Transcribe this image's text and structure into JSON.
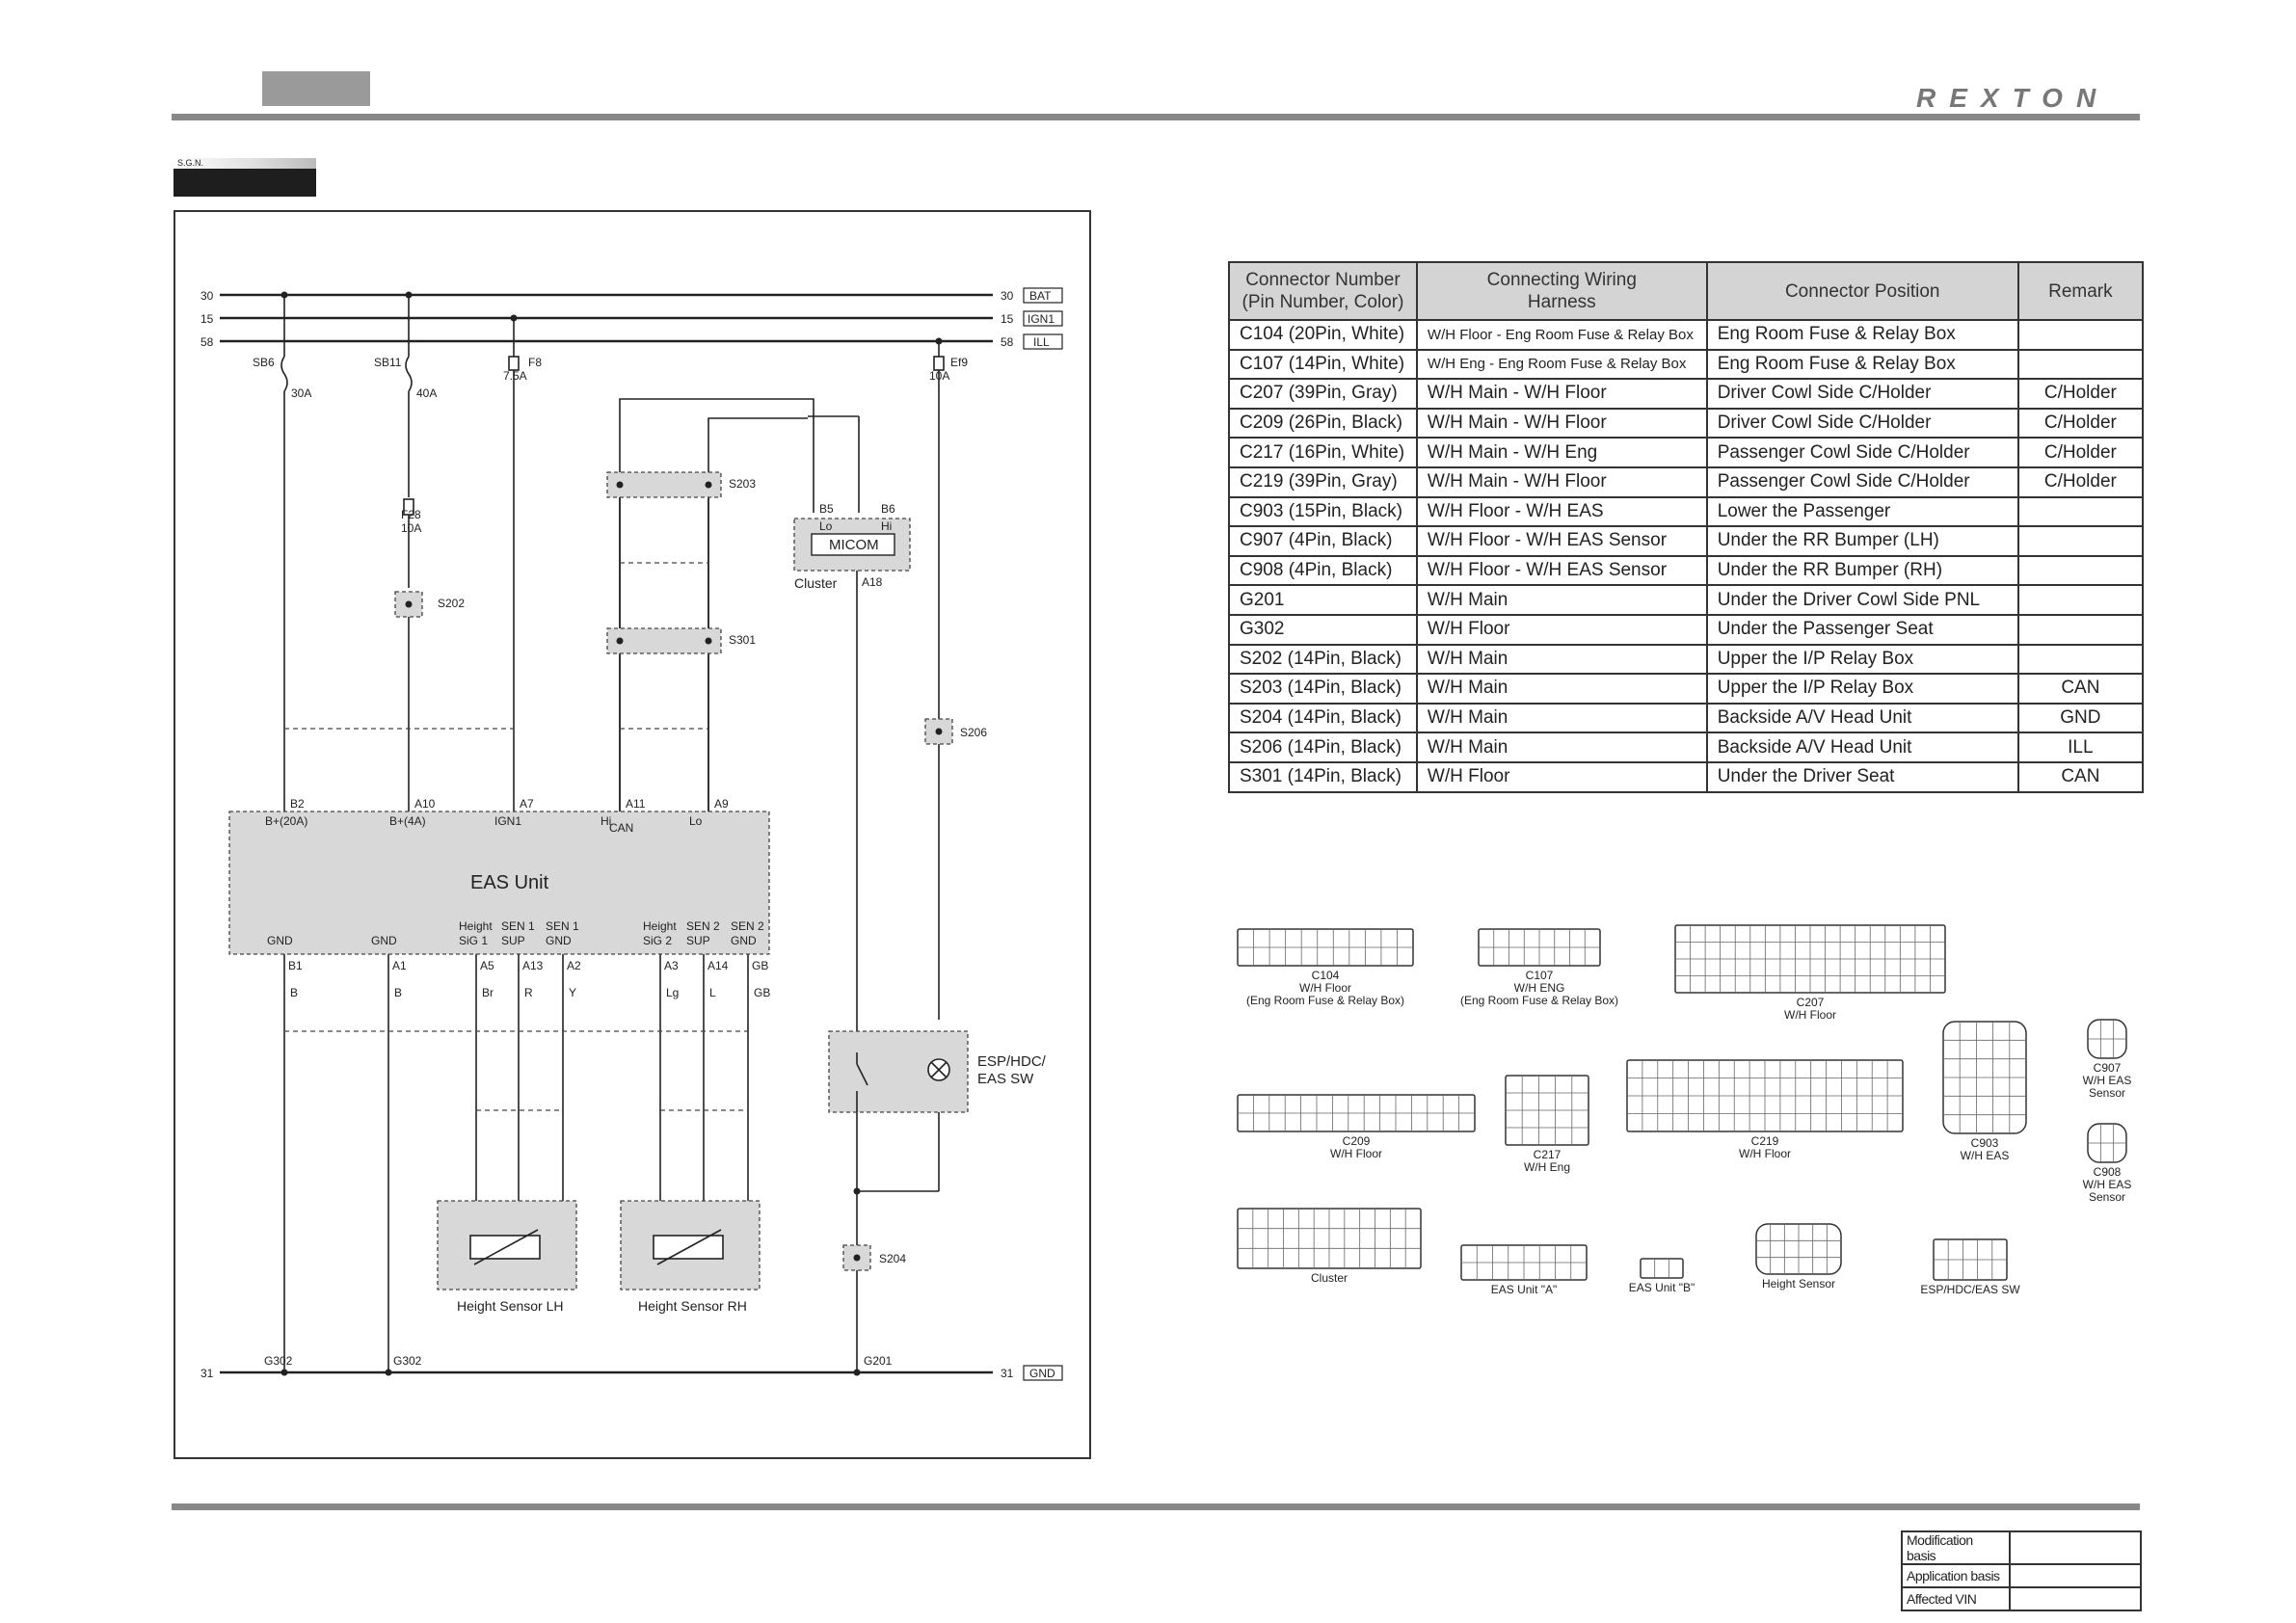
{
  "header": {
    "brand": "REXTON",
    "sgn_label": "S.G.N."
  },
  "diagram": {
    "rails": [
      {
        "left": "30",
        "right": "30",
        "tag": "BAT"
      },
      {
        "left": "15",
        "right": "15",
        "tag": "IGN1"
      },
      {
        "left": "58",
        "right": "58",
        "tag": "ILL"
      }
    ],
    "gnd_rail": {
      "left": "31",
      "right": "31",
      "tag": "GND"
    },
    "fuses": [
      {
        "name": "SB6",
        "rating": "30A"
      },
      {
        "name": "SB11",
        "rating": "40A"
      },
      {
        "name": "F8",
        "rating": "7.5A"
      },
      {
        "name": "Ef9",
        "rating": "10A"
      },
      {
        "name": "F28",
        "rating": "10A"
      }
    ],
    "eas_unit": {
      "title": "EAS Unit",
      "can_label": "CAN"
    },
    "micom": {
      "label": "MICOM",
      "cluster": "Cluster",
      "lo": "Lo",
      "hi": "Hi",
      "b5": "B5",
      "b6": "B6",
      "a18": "A18"
    },
    "esp_switch": {
      "label1": "ESP/HDC/",
      "label2": "EAS SW"
    },
    "height_sensor_lh": "Height Sensor LH",
    "height_sensor_rh": "Height Sensor RH",
    "grounds": [
      "G302",
      "G302",
      "G201"
    ],
    "splices": [
      "S202",
      "S203",
      "S301",
      "S206",
      "S204"
    ],
    "top_pins": [
      {
        "pin": "B2",
        "label": "B+(20A)"
      },
      {
        "pin": "A10",
        "label": "B+(4A)"
      },
      {
        "pin": "A7",
        "label": "IGN1"
      },
      {
        "pin": "A11",
        "label": "Hi"
      },
      {
        "pin": "A9",
        "label": "Lo"
      }
    ],
    "bottom_pins": [
      {
        "label1": "",
        "label2": "GND",
        "pin": "B1",
        "wire": "B"
      },
      {
        "label1": "",
        "label2": "GND",
        "pin": "A1",
        "wire": "B"
      },
      {
        "label1": "Height",
        "label2": "SiG 1",
        "pin": "A5",
        "wire": "Br"
      },
      {
        "label1": "SEN 1",
        "label2": "SUP",
        "pin": "A13",
        "wire": "R"
      },
      {
        "label1": "SEN 1",
        "label2": "GND",
        "pin": "A2",
        "wire": "Y"
      },
      {
        "label1": "Height",
        "label2": "SiG 2",
        "pin": "A3",
        "wire": "Lg"
      },
      {
        "label1": "SEN 2",
        "label2": "SUP",
        "pin": "A14",
        "wire": "L"
      },
      {
        "label1": "SEN 2",
        "label2": "GND",
        "pin": "GB",
        "wire": "GB"
      }
    ]
  },
  "connector_table": {
    "headers": [
      "Connector Number\n(Pin Number, Color)",
      "Connecting Wiring\nHarness",
      "Connector Position",
      "Remark"
    ],
    "rows": [
      {
        "number": "C104 (20Pin, White)",
        "harness": "W/H Floor - Eng Room Fuse & Relay Box",
        "position": "Eng Room Fuse & Relay Box",
        "remark": ""
      },
      {
        "number": "C107 (14Pin, White)",
        "harness": "W/H Eng - Eng Room Fuse & Relay Box",
        "position": "Eng Room Fuse & Relay Box",
        "remark": ""
      },
      {
        "number": "C207 (39Pin, Gray)",
        "harness": "W/H Main - W/H Floor",
        "position": "Driver Cowl Side C/Holder",
        "remark": "C/Holder"
      },
      {
        "number": "C209 (26Pin, Black)",
        "harness": "W/H Main - W/H Floor",
        "position": "Driver Cowl Side C/Holder",
        "remark": "C/Holder"
      },
      {
        "number": "C217 (16Pin, White)",
        "harness": "W/H Main - W/H Eng",
        "position": "Passenger Cowl Side C/Holder",
        "remark": "C/Holder"
      },
      {
        "number": "C219 (39Pin, Gray)",
        "harness": "W/H Main - W/H Floor",
        "position": "Passenger Cowl Side C/Holder",
        "remark": "C/Holder"
      },
      {
        "number": "C903 (15Pin, Black)",
        "harness": "W/H Floor - W/H EAS",
        "position": "Lower the Passenger",
        "remark": ""
      },
      {
        "number": "C907 (4Pin, Black)",
        "harness": "W/H Floor - W/H EAS Sensor",
        "position": "Under the RR Bumper (LH)",
        "remark": ""
      },
      {
        "number": "C908 (4Pin, Black)",
        "harness": "W/H Floor - W/H EAS Sensor",
        "position": "Under the RR Bumper (RH)",
        "remark": ""
      },
      {
        "number": "G201",
        "harness": "W/H Main",
        "position": "Under the Driver Cowl Side PNL",
        "remark": ""
      },
      {
        "number": "G302",
        "harness": "W/H Floor",
        "position": "Under the Passenger Seat",
        "remark": ""
      },
      {
        "number": "S202 (14Pin, Black)",
        "harness": "W/H Main",
        "position": "Upper the I/P Relay Box",
        "remark": ""
      },
      {
        "number": "S203 (14Pin, Black)",
        "harness": "W/H Main",
        "position": "Upper the I/P Relay Box",
        "remark": "CAN"
      },
      {
        "number": "S204 (14Pin, Black)",
        "harness": "W/H Main",
        "position": "Backside A/V Head Unit",
        "remark": "GND"
      },
      {
        "number": "S206 (14Pin, Black)",
        "harness": "W/H Main",
        "position": "Backside A/V Head Unit",
        "remark": "ILL"
      },
      {
        "number": "S301 (14Pin, Black)",
        "harness": "W/H Floor",
        "position": "Under the Driver Seat",
        "remark": "CAN"
      }
    ]
  },
  "connector_views": [
    {
      "id": "C104",
      "line1": "C104",
      "line2": "W/H Floor",
      "line3": "(Eng Room Fuse & Relay Box)"
    },
    {
      "id": "C107",
      "line1": "C107",
      "line2": "W/H ENG",
      "line3": "(Eng Room Fuse & Relay Box)"
    },
    {
      "id": "C207",
      "line1": "C207",
      "line2": "W/H Floor",
      "line3": ""
    },
    {
      "id": "C907",
      "line1": "C907",
      "line2": "W/H EAS",
      "line3": "Sensor"
    },
    {
      "id": "C209",
      "line1": "C209",
      "line2": "W/H Floor",
      "line3": ""
    },
    {
      "id": "C217",
      "line1": "C217",
      "line2": "W/H Eng",
      "line3": ""
    },
    {
      "id": "C219",
      "line1": "C219",
      "line2": "W/H Floor",
      "line3": ""
    },
    {
      "id": "C903",
      "line1": "C903",
      "line2": "W/H EAS",
      "line3": ""
    },
    {
      "id": "C908",
      "line1": "C908",
      "line2": "W/H EAS",
      "line3": "Sensor"
    },
    {
      "id": "Cluster",
      "line1": "Cluster",
      "line2": "",
      "line3": ""
    },
    {
      "id": "EASA",
      "line1": "EAS Unit \"A\"",
      "line2": "",
      "line3": ""
    },
    {
      "id": "EASB",
      "line1": "EAS Unit \"B\"",
      "line2": "",
      "line3": ""
    },
    {
      "id": "HS",
      "line1": "Height Sensor",
      "line2": "",
      "line3": ""
    },
    {
      "id": "ESP",
      "line1": "ESP/HDC/EAS SW",
      "line2": "",
      "line3": ""
    }
  ],
  "modification": [
    {
      "label": "Modification basis",
      "value": ""
    },
    {
      "label": "Application basis",
      "value": ""
    },
    {
      "label": "Affected VIN",
      "value": ""
    }
  ]
}
